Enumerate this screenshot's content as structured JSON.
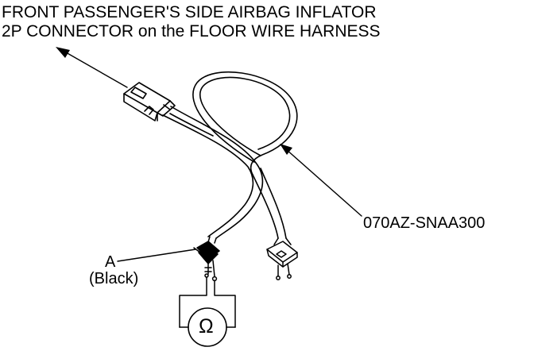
{
  "title": {
    "line1": "FRONT PASSENGER'S SIDE AIRBAG INFLATOR",
    "line2": "2P CONNECTOR on the FLOOR WIRE HARNESS"
  },
  "tool_number": "070AZ-SNAA300",
  "callout_a": {
    "letter": "A",
    "description": "(Black)"
  },
  "meter_symbol": "Ω"
}
